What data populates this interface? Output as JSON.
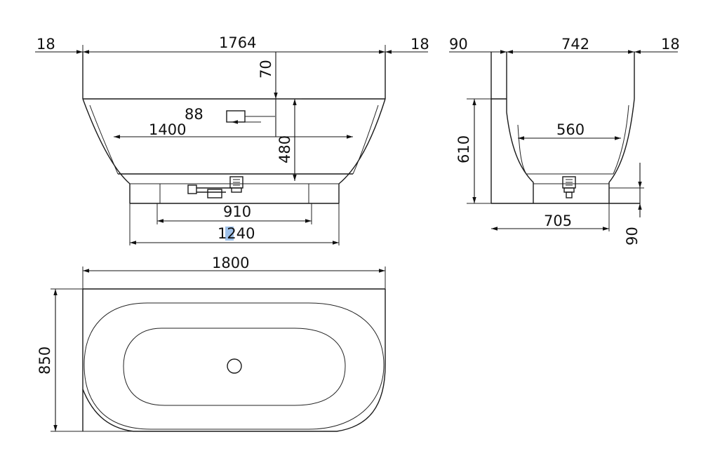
{
  "front_view": {
    "dim_left_edge": "18",
    "dim_top_length": "1764",
    "dim_right_edge": "18",
    "dim_rim_depth": "70",
    "dim_overflow": "88",
    "dim_inner_length": "1400",
    "dim_inner_depth": "480",
    "dim_base_inner": "910",
    "dim_base_outer_prefix": "1",
    "dim_base_outer_highlight": "2",
    "dim_base_outer_suffix": "40"
  },
  "side_view": {
    "dim_wall_gap": "90",
    "dim_top_width": "742",
    "dim_right_edge": "18",
    "dim_inner_width": "560",
    "dim_height": "610",
    "dim_base_width": "705",
    "dim_base_height": "90"
  },
  "top_view": {
    "dim_length": "1800",
    "dim_width": "850"
  }
}
